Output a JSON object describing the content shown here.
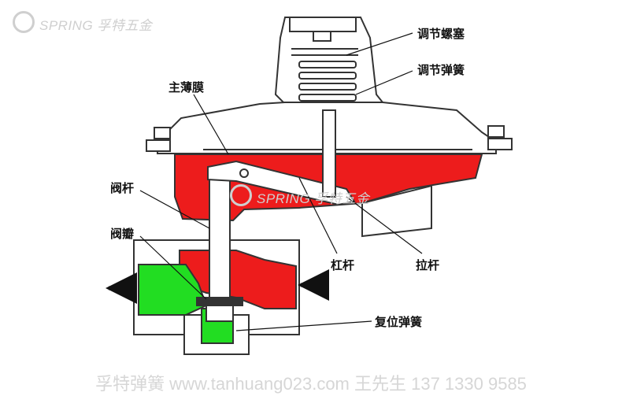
{
  "brand": {
    "text": "SPRING 孚特五金"
  },
  "labels": {
    "adjust_screw": "调节螺塞",
    "adjust_spring": "调节弹簧",
    "main_diaphragm": "主薄膜",
    "valve_stem": "阀杆",
    "valve_disc": "阀瓣",
    "lever": "杠杆",
    "pull_rod": "拉杆",
    "reset_spring": "复位弹簧"
  },
  "footer": {
    "text": "孚特弹簧 www.tanhuang023.com 王先生 137 1330 9585"
  },
  "colors": {
    "high_pressure": "#ed1c1c",
    "low_pressure": "#22dd22",
    "body_fill": "#ffffff",
    "outline": "#333333",
    "watermark": "#cfcfcf"
  }
}
